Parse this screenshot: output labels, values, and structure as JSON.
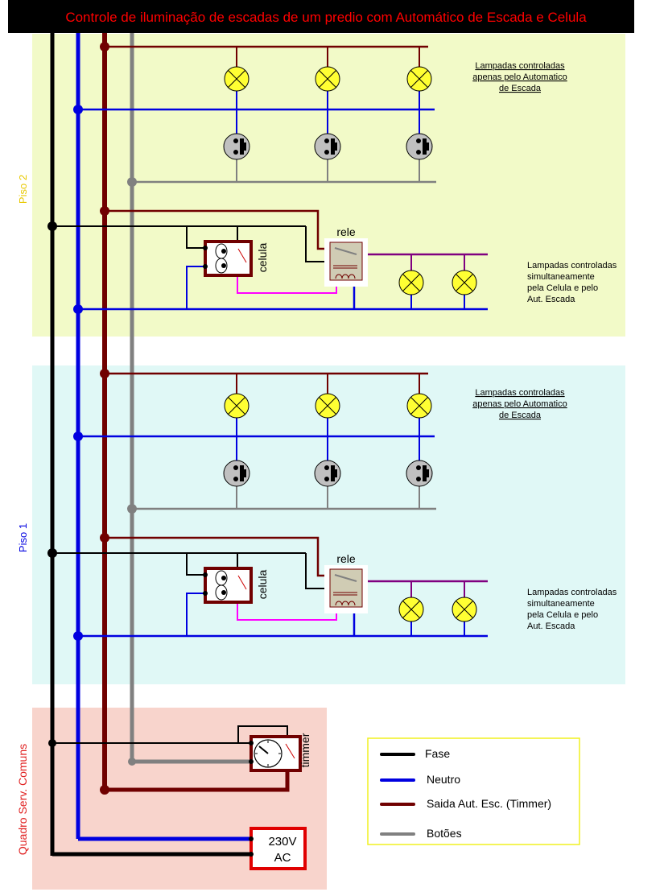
{
  "title": "Controle de iluminação de escadas de um predio com Automático de Escada e Celula",
  "colors": {
    "fase": "#000000",
    "neutro": "#0000e0",
    "saida": "#700000",
    "botoes": "#808080",
    "celula_link": "#ff00ff",
    "relay_out": "#800080",
    "floor2_bg": "#f2fac8",
    "floor1_bg": "#e0f8f6",
    "quadro_bg": "#f8d4cc",
    "lamp": "#ffff33",
    "title_bg": "#000000",
    "title_fg": "#ff0000"
  },
  "floors": [
    {
      "label": "Piso 2",
      "label_color": "#e8c800",
      "note_top": [
        "Lampadas controladas",
        "apenas pelo Automatico",
        "de Escada"
      ],
      "note_bottom": [
        "Lampadas controladas",
        "simultaneamente",
        "pela Celula e pelo",
        "Aut. Escada"
      ],
      "celula_label": "celula",
      "rele_label": "rele"
    },
    {
      "label": "Piso 1",
      "label_color": "#0000e0",
      "note_top": [
        "Lampadas controladas",
        "apenas pelo Automatico",
        "de Escada"
      ],
      "note_bottom": [
        "Lampadas controladas",
        "simultaneamente",
        "pela Celula e pelo",
        "Aut. Escada"
      ],
      "celula_label": "celula",
      "rele_label": "rele"
    }
  ],
  "quadro": {
    "label": "Quadro Serv. Comuns",
    "timer_label": "timmer",
    "supply_line1": "230V",
    "supply_line2": "AC"
  },
  "legend": [
    {
      "label": "Fase",
      "color": "#000000"
    },
    {
      "label": "Neutro",
      "color": "#0000e0"
    },
    {
      "label": "Saida Aut. Esc. (Timmer)",
      "color": "#700000"
    },
    {
      "label": "Botões",
      "color": "#808080"
    }
  ]
}
